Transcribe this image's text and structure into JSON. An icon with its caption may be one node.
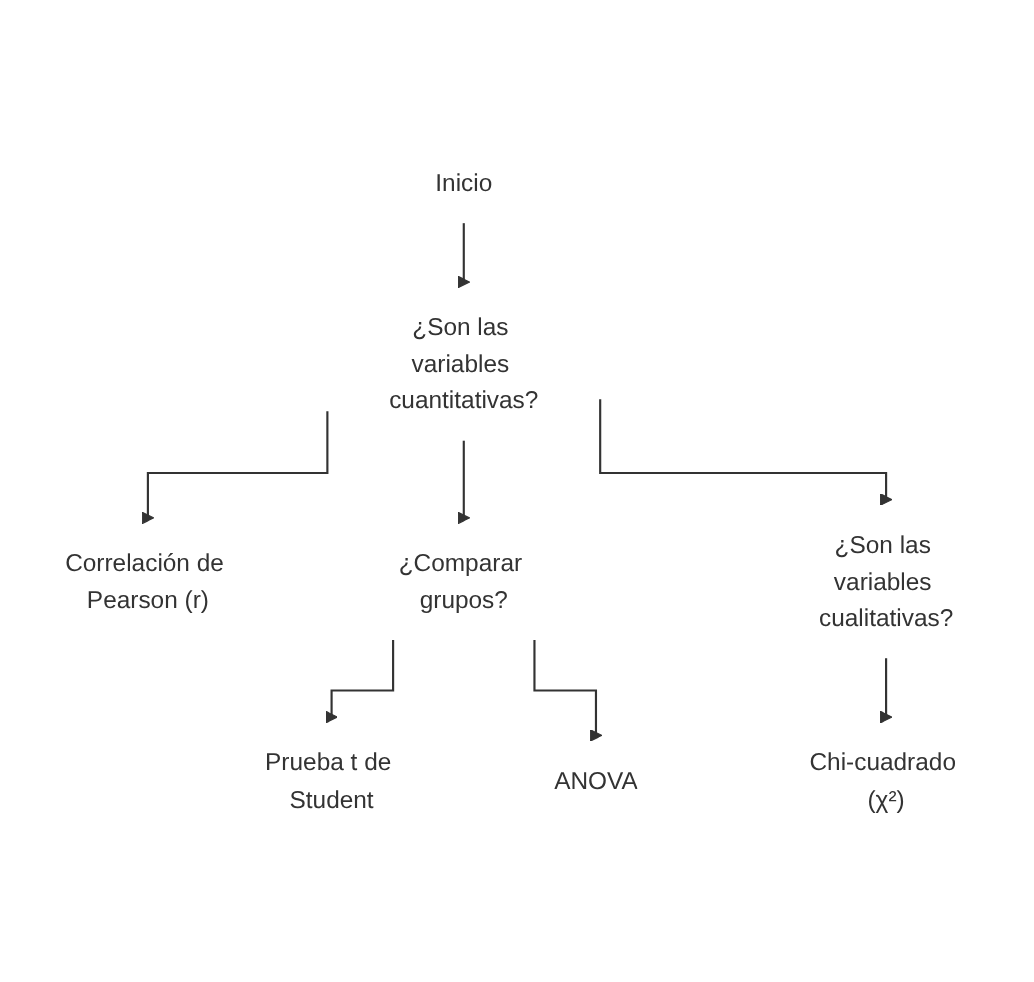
{
  "diagram": {
    "nodes": [
      {
        "text": [
          "Inicio"
        ]
      },
      {
        "text": [
          "¿Son las variables cuantitativas?"
        ]
      },
      {
        "text": [
          "Correlación de Pearson (r)"
        ]
      },
      {
        "text": [
          "¿Comparar grupos?"
        ]
      },
      {
        "text": [
          "¿Son las variables cualitativas?"
        ]
      },
      {
        "text": [
          "Prueba t de Student"
        ]
      },
      {
        "text": [
          "ANOVA"
        ]
      },
      {
        "text": [
          "Chi-cuadrado (χ²)"
        ]
      }
    ],
    "edges": [
      {
        "from": 0,
        "to": 1,
        "arrow": "to"
      },
      {
        "from": 1,
        "to": 2,
        "arrow": "to"
      },
      {
        "from": 1,
        "to": 3,
        "arrow": "to"
      },
      {
        "from": 1,
        "to": 4,
        "arrow": "to"
      },
      {
        "from": 3,
        "to": 5,
        "arrow": "to"
      },
      {
        "from": 3,
        "to": 6,
        "arrow": "to"
      },
      {
        "from": 4,
        "to": 7,
        "arrow": "to"
      }
    ]
  }
}
